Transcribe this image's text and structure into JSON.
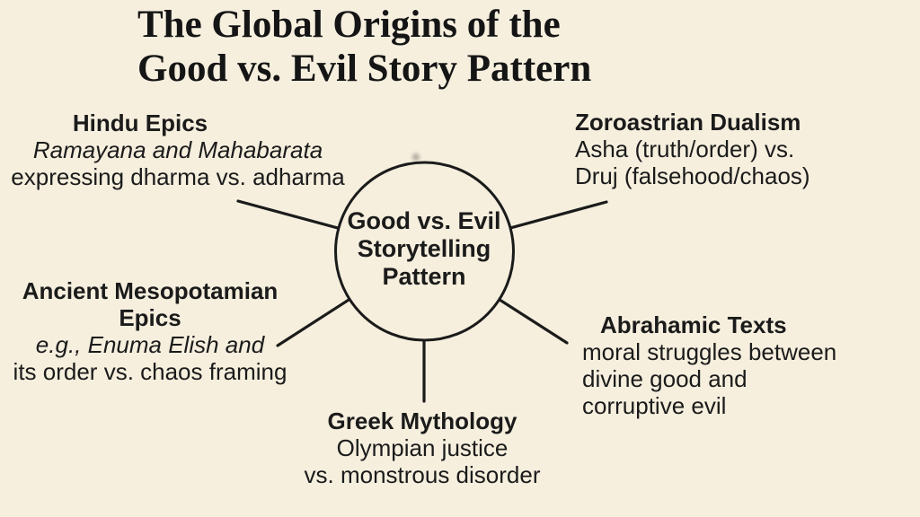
{
  "colors": {
    "background": "#f6efde",
    "ink": "#1b1b1b"
  },
  "title": {
    "line1": "The Global Origins of the",
    "line2": "Good vs. Evil Story Pattern"
  },
  "center": {
    "line1": "Good vs. Evil",
    "line2": "Storytelling",
    "line3": "Pattern"
  },
  "nodes": {
    "hindu": {
      "heading": "Hindu Epics",
      "line_italic": "Ramayana and Mahabarata",
      "line2": "expressing dharma vs. adharma"
    },
    "zoroastrian": {
      "heading": "Zoroastrian Dualism",
      "line1": "Asha (truth/order) vs.",
      "line2": "Druj (falsehood/chaos)"
    },
    "mesopotamian": {
      "heading_line1": "Ancient Mesopotamian",
      "heading_line2": "Epics",
      "line_italic": "e.g., Enuma Elish and",
      "line2": "its order vs. chaos framing"
    },
    "abrahamic": {
      "heading": "Abrahamic Texts",
      "line1": "moral struggles between",
      "line2": "divine good and",
      "line3": "corruptive evil"
    },
    "greek": {
      "heading": "Greek Mythology",
      "line1": "Olympian justice",
      "line2": "vs. monstrous disorder"
    }
  }
}
